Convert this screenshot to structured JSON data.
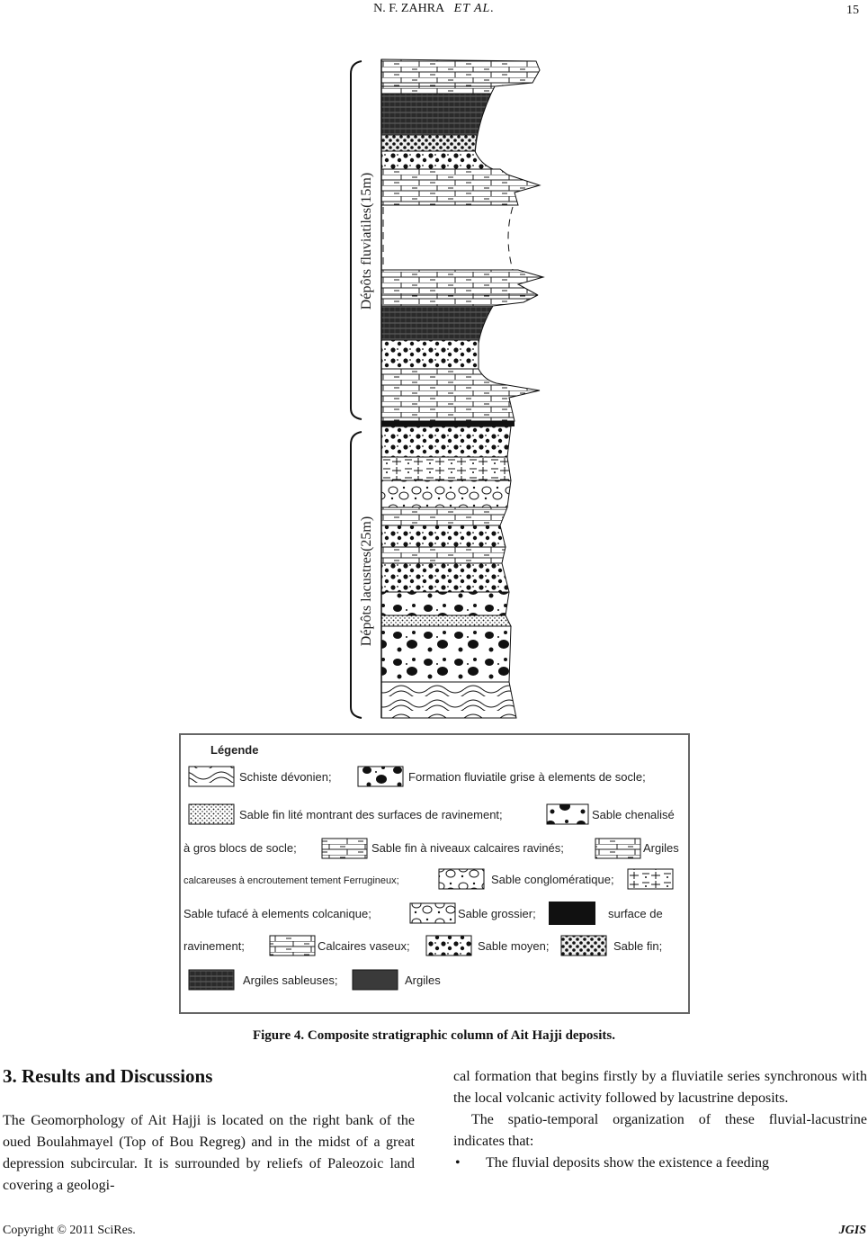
{
  "header": {
    "author": "N. F. ZAHRA",
    "etal": "ET AL.",
    "page_number": "15"
  },
  "figure": {
    "brace_labels": [
      "Dépôts fluviatiles(15m)",
      "Dépôts lacustres(25m)"
    ],
    "legend_title": "Légende",
    "legend_rows": [
      [
        "Schiste dévonien;",
        "Formation fluviatile grise à elements de socle;"
      ],
      [
        "Sable fin lité montrant des surfaces de ravinement;",
        "Sable chenalisé"
      ],
      [
        "à gros blocs de socle;",
        "Sable fin à niveaux calcaires ravinés;",
        "Argiles"
      ],
      [
        "calcareuses à encroutement tement Ferrugineux;",
        "Sable conglomératique;"
      ],
      [
        "Sable tufacé à elements colcanique;",
        "Sable grossier;",
        "surface de"
      ],
      [
        "ravinement;",
        "Calcaires vaseux;",
        "Sable moyen;",
        "Sable fin;"
      ],
      [
        "Argiles sableuses;",
        "Argiles"
      ]
    ],
    "caption": "Figure 4. Composite stratigraphic column of Ait Hajji deposits."
  },
  "section": {
    "title": "3. Results and Discussions"
  },
  "text": {
    "left_paragraph": "The Geomorphology of Ait Hajji is located on the right bank of the oued Boulahmayel (Top of Bou Regreg) and in the midst of a great depression subcircular. It is surrounded by reliefs of Paleozoic land covering a geologi-",
    "right_paragraph_1": "cal formation that begins firstly by a fluviatile series synchronous with the local volcanic activity followed by lacustrine deposits.",
    "right_paragraph_2": "The spatio-temporal organization of these fluvial-lacustrine indicates that:",
    "bullet_1": "The fluvial deposits show the existence a feeding"
  },
  "footer": {
    "copyright": "Copyright © 2011 SciRes.",
    "journal": "JGIS"
  }
}
